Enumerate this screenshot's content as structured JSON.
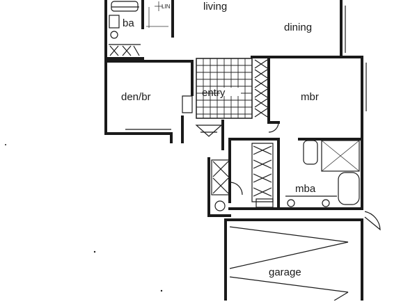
{
  "rooms": {
    "living": "living",
    "dining": "dining",
    "ba": "ba",
    "den": "den/br",
    "entry": "entry",
    "mbr": "mbr",
    "mba": "mba",
    "garage": "garage",
    "linen": "LIN"
  },
  "colors": {
    "ink": "#1a1a1a",
    "paper": "#ffffff"
  }
}
